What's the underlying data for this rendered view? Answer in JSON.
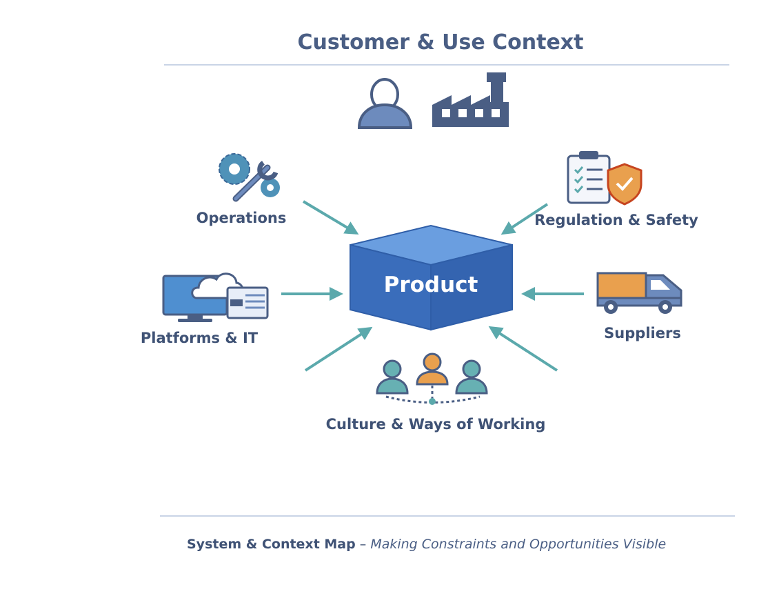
{
  "diagram": {
    "title": "Customer & Use Context",
    "center": "Product",
    "nodes": {
      "operations": "Operations",
      "regulation": "Regulation & Safety",
      "platforms": "Platforms & IT",
      "suppliers": "Suppliers",
      "culture": "Culture & Ways of Working"
    },
    "footer": {
      "bold": "System & Context Map",
      "separator": " – ",
      "italic": "Making Constraints and Opportunities Visible"
    }
  },
  "icons": {
    "context": [
      "person-icon",
      "factory-icon"
    ],
    "operations": "gears-wrench-icon",
    "regulation": "clipboard-shield-icon",
    "platforms": "computer-cloud-icon",
    "suppliers": "truck-icon",
    "culture": "team-icon"
  },
  "colors": {
    "navy": "#4a5e84",
    "product_blue": "#3a6dbb",
    "arrow_teal": "#5ba9ac",
    "orange": "#e9a04e",
    "rule": "#c9d4e6"
  }
}
